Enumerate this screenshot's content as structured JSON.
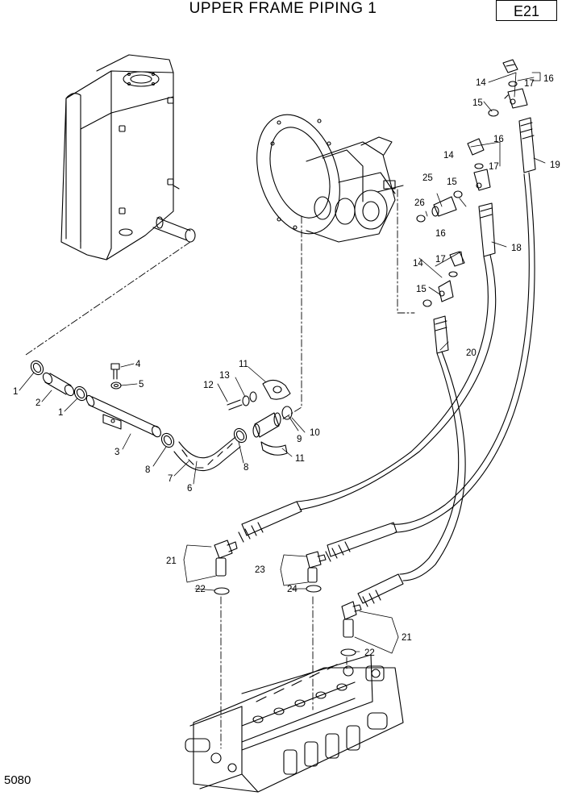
{
  "header": {
    "title": "UPPER FRAME PIPING 1",
    "page_code": "E21"
  },
  "footer": {
    "doc_number": "5080"
  },
  "callouts": [
    "1",
    "2",
    "1",
    "3",
    "4",
    "5",
    "6",
    "7",
    "8",
    "8",
    "9",
    "10",
    "11",
    "11",
    "12",
    "13",
    "14",
    "14",
    "14",
    "15",
    "15",
    "15",
    "16",
    "16",
    "16",
    "17",
    "17",
    "17",
    "18",
    "19",
    "20",
    "21",
    "21",
    "22",
    "22",
    "23",
    "24",
    "25",
    "26"
  ]
}
